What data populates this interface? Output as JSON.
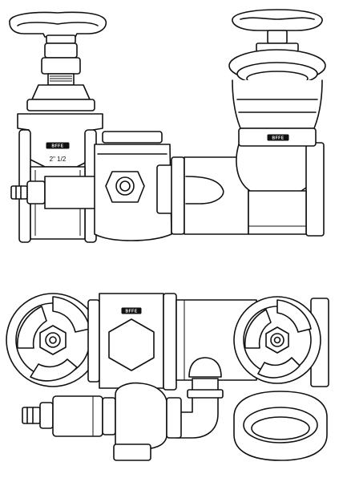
{
  "drawing": {
    "top_view": {
      "valve_size_label": "2\" 1/2",
      "brand_tags": [
        "BFFE",
        "BFFE"
      ]
    },
    "bottom_view": {
      "brand_tag": "BFFE"
    }
  }
}
